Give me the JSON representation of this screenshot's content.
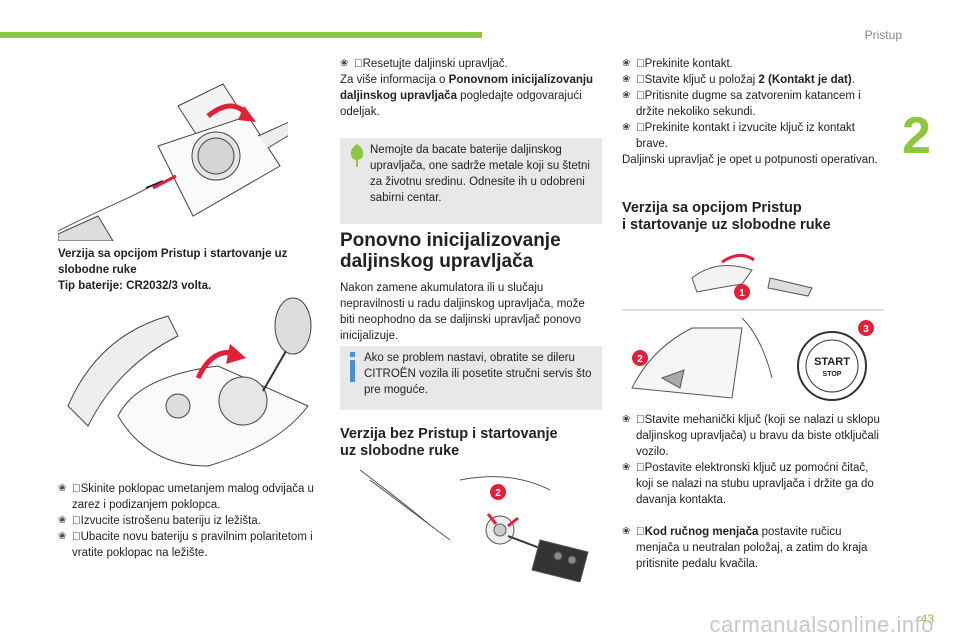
{
  "header": {
    "section": "Pristup",
    "chapter": "2",
    "page": "43"
  },
  "left": {
    "caption_line1": "Verzija sa opcijom Pristup i startovanje uz",
    "caption_line2": "slobodne ruke",
    "caption_line3": "Tip baterije: CR2032/3 volta.",
    "steps": [
      "Skinite poklopac umetanjem malog odvijača u zarez i podizanjem poklopca.",
      "Izvucite istrošenu bateriju iz ležišta.",
      "Ubacite novu bateriju s pravilnim polaritetom i vratite poklopac na ležište."
    ]
  },
  "middle": {
    "reset_step": "Resetujte daljinski upravljač.",
    "more_info_prefix": "Za više informacija o",
    "more_info_bold": "Ponovnom inicijalizovanju daljinskog upravljača",
    "more_info_suffix": "pogledajte odgovarajući odeljak.",
    "eco_note": "Nemojte da bacate baterije daljinskog upravljača, one sadrže metale koji su štetni za životnu sredinu. Odnesite ih u odobreni sabirni centar.",
    "h1_line1": "Ponovno inicijalizovanje",
    "h1_line2": "daljinskog upravljača",
    "intro": "Nakon zamene akumulatora ili u slučaju nepravilnosti u radu daljinskog upravljača, može biti neophodno da se daljinski upravljač ponovo inicijalizuje.",
    "info_note": "Ako se problem nastavi, obratite se dileru CITROËN vozila ili posetite stručni servis što pre moguće.",
    "h2_line1": "Verzija bez Pristup i startovanje",
    "h2_line2": "uz slobodne ruke",
    "badge2": "2"
  },
  "right": {
    "steps_top": [
      "Prekinite kontakt.",
      "Stavite ključ u položaj |2 (Kontakt je dat)|.",
      "Pritisnite dugme sa zatvorenim katancem i držite nekoliko sekundi.",
      "Prekinite kontakt i izvucite ključ iz kontakt brave."
    ],
    "step2_prefix": "Stavite ključ u položaj",
    "step2_bold": "2 (Kontakt je dat)",
    "operational": "Daljinski upravljač je opet u potpunosti operativan.",
    "h2_line1": "Verzija sa opcijom Pristup",
    "h2_line2": "i startovanje uz slobodne ruke",
    "badge1": "1",
    "badge2": "2",
    "badge3": "3",
    "start_label": "START",
    "stop_label": "STOP",
    "steps_bottom": [
      "Stavite mehanički ključ (koji se nalazi u sklopu daljinskog upravljača) u bravu da biste otključali vozilo.",
      "Postavite elektronski ključ uz pomoćni čitač, koji se nalazi na stubu upravljača i držite ga do davanja kontakta."
    ],
    "gear_bold": "Kod ručnog menjača",
    "gear_rest": "postavite ručicu menjača u neutralan položaj, a zatim do kraja pritisnite pedalu kvačila."
  },
  "footer": {
    "url": "carmanualsonline.info"
  },
  "colors": {
    "accent": "#8dc63f",
    "badge": "#e2203a",
    "info": "#4a90d9"
  }
}
